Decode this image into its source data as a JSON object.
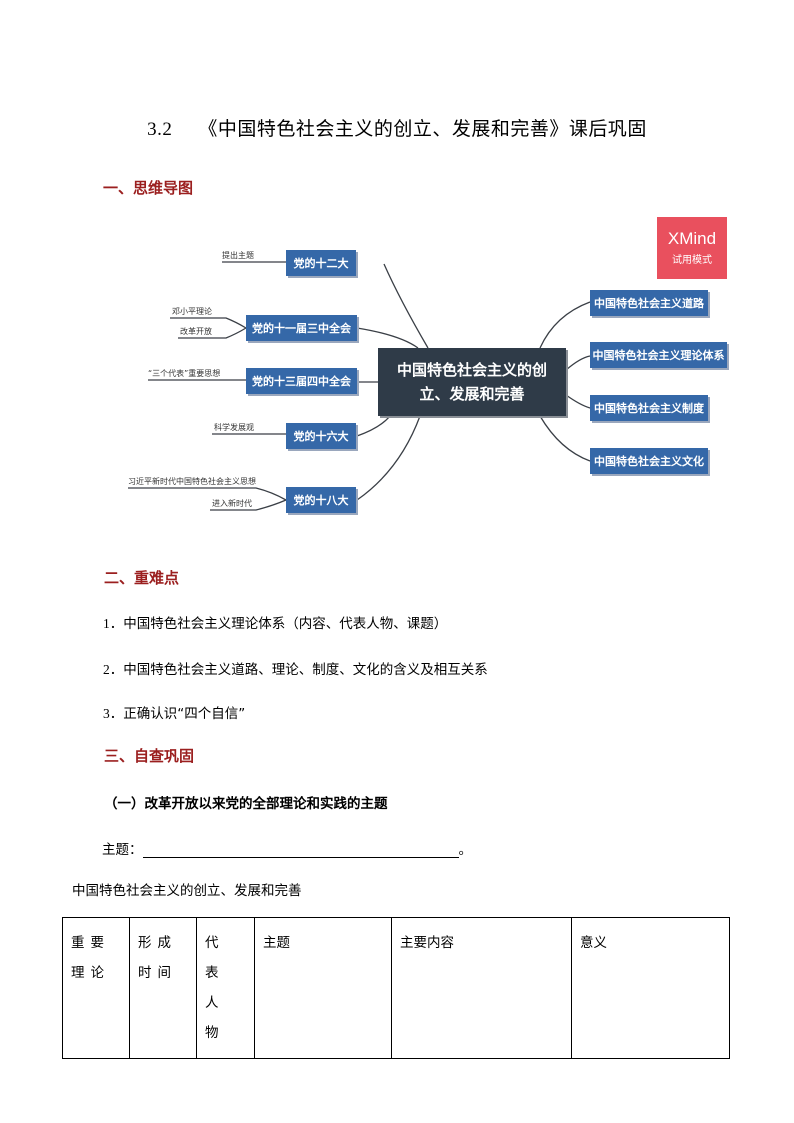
{
  "title": {
    "number": "3.2",
    "text": "《中国特色社会主义的创立、发展和完善》课后巩固"
  },
  "sections": {
    "s1": "一、思维导图",
    "s2": "二、重难点",
    "s3": "三、自查巩固"
  },
  "watermark": {
    "brand": "XMind",
    "mode": "试用模式",
    "color": "#e9505e"
  },
  "mindmap": {
    "center": {
      "line1": "中国特色社会主义的创",
      "line2": "立、发展和完善"
    },
    "left_nodes": [
      "党的十二大",
      "党的十一届三中全会",
      "党的十三届四中全会",
      "党的十六大",
      "党的十八大"
    ],
    "right_nodes": [
      "中国特色社会主义道路",
      "中国特色社会主义理论体系",
      "中国特色社会主义制度",
      "中国特色社会主义文化"
    ],
    "leaves": [
      "提出主题",
      "邓小平理论",
      "改革开放",
      "“三个代表”重要思想",
      "科学发展观",
      "习近平新时代中国特色社会主义思想",
      "进入新时代"
    ],
    "node_color": "#3568a8",
    "center_color": "#2f3b48"
  },
  "key_points": [
    {
      "num": "1．",
      "text": "中国特色社会主义理论体系（内容、代表人物、课题）"
    },
    {
      "num": "2．",
      "text": "中国特色社会主义道路、理论、制度、文化的含义及相互关系"
    },
    {
      "num": "3．",
      "text": "正确认识“四个自信”"
    }
  ],
  "self_check": {
    "subheading": "（一）改革开放以来党的全部理论和实践的主题",
    "topic_label": "主题：",
    "topic_end": "。",
    "caption": "中国特色社会主义的创立、发展和完善"
  },
  "table": {
    "headers": [
      "重要理论",
      "形成时间",
      "代表人物",
      "主题",
      "主要内容",
      "意义"
    ]
  }
}
